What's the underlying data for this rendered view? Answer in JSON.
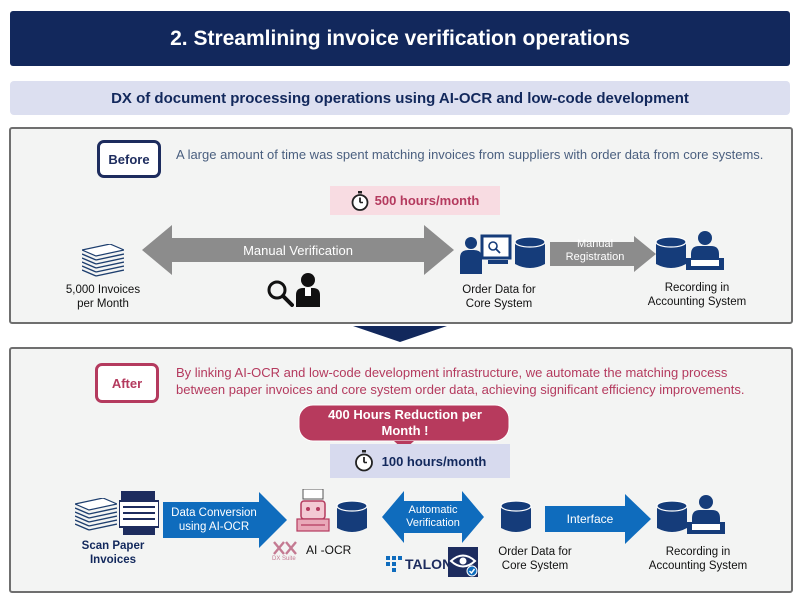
{
  "header": {
    "title": "2. Streamlining invoice verification operations",
    "subtitle": "DX of document processing operations using AI-OCR and low-code development"
  },
  "before": {
    "badge": "Before",
    "description": "A large amount of time was spent matching invoices from suppliers with order data from core systems.",
    "time_pill": "500 hours/month",
    "invoices_label_line1": "5,000 Invoices",
    "invoices_label_line2": "per Month",
    "manual_verification": "Manual Verification",
    "order_data_line1": "Order Data for",
    "order_data_line2": "Core System",
    "manual_registration_line1": "Manual",
    "manual_registration_line2": "Registration",
    "recording_line1": "Recording in",
    "recording_line2": "Accounting System"
  },
  "after": {
    "badge": "After",
    "description": "By linking AI-OCR and low-code development infrastructure, we automate the matching process between paper invoices and core system order data, achieving significant efficiency improvements.",
    "reduction_line1": "400 Hours Reduction per",
    "reduction_line2": "Month !",
    "time_pill": "100 hours/month",
    "scan_line1": "Scan Paper",
    "scan_line2": "Invoices",
    "data_conversion_line1": "Data Conversion",
    "data_conversion_line2": "using AI-OCR",
    "ai_ocr_logo": "AI -OCR",
    "dx_suite_logo": "DX Suite",
    "automatic_line1": "Automatic",
    "automatic_line2": "Verification",
    "talon_logo": "TALON",
    "order_data_line1": "Order Data for",
    "order_data_line2": "Core System",
    "interface": "Interface",
    "recording_line1": "Recording in",
    "recording_line2": "Accounting System"
  },
  "colors": {
    "navy": "#12285c",
    "before_accent": "#1d2c5e",
    "after_accent": "#b43a5e",
    "reduction_bg": "#b73a5d",
    "pink_pill": "#f8dce2",
    "lavender_pill": "#d7daee",
    "gray_arrow": "#8c8c8c",
    "blue_arrow": "#0f6cbd"
  },
  "icons": [
    "stopwatch-icon",
    "paper-stack-icon",
    "magnifier-icon",
    "person-icon",
    "computer-person-icon",
    "database-icon",
    "scanner-icon",
    "laptop-person-icon",
    "ocr-robot-icon",
    "eye-check-icon"
  ]
}
